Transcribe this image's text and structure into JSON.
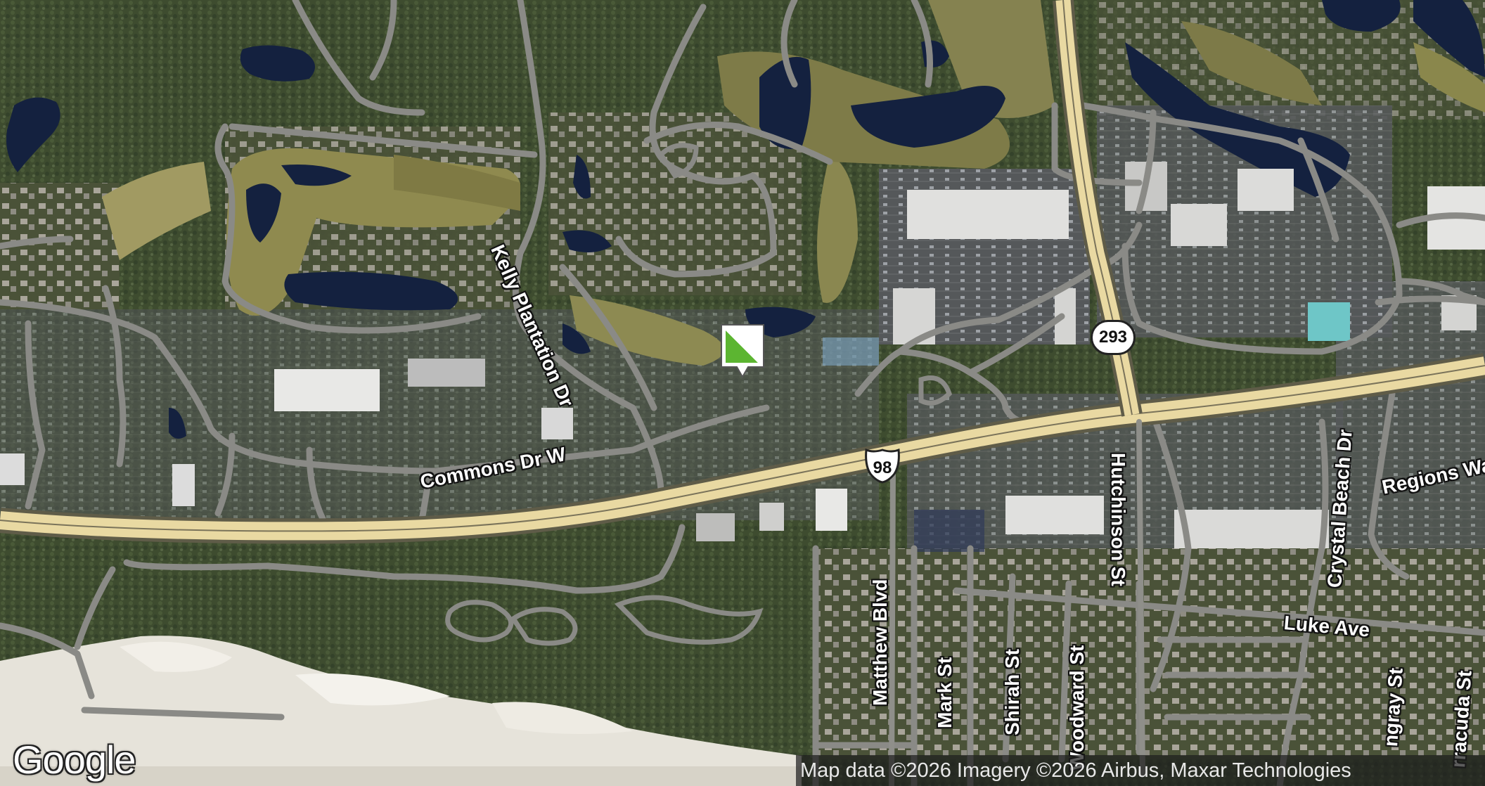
{
  "map": {
    "type": "satellite",
    "provider_logo": "Google",
    "attribution": "Map data ©2026 Imagery ©2026 Airbus, Maxar Technologies",
    "colors": {
      "vegetation": "#3f4e30",
      "water": "#14213f",
      "highway": "#e9d9a2",
      "road": "#8a8a86",
      "sand": "#e6e3da",
      "golf": "#8f8a4f"
    }
  },
  "streets": {
    "kelly_plantation": "Kelly Plantation Dr",
    "commons_dr_w": "Commons Dr W",
    "hutchinson": "Hutchinson St",
    "crystal_beach": "Crystal Beach Dr",
    "regions_way": "Regions Way",
    "luke_ave": "Luke Ave",
    "matthew_blvd": "Matthew Blvd",
    "mark_st": "Mark St",
    "shirah_st": "Shirah St",
    "woodward_st": "Woodward St",
    "stingray": "ngray St",
    "barracuda": "rracuda St"
  },
  "route_shields": {
    "state_route": "293",
    "us_route": "98"
  },
  "marker": {
    "icon": "place-pin-icon",
    "accent": "#5cb531"
  }
}
